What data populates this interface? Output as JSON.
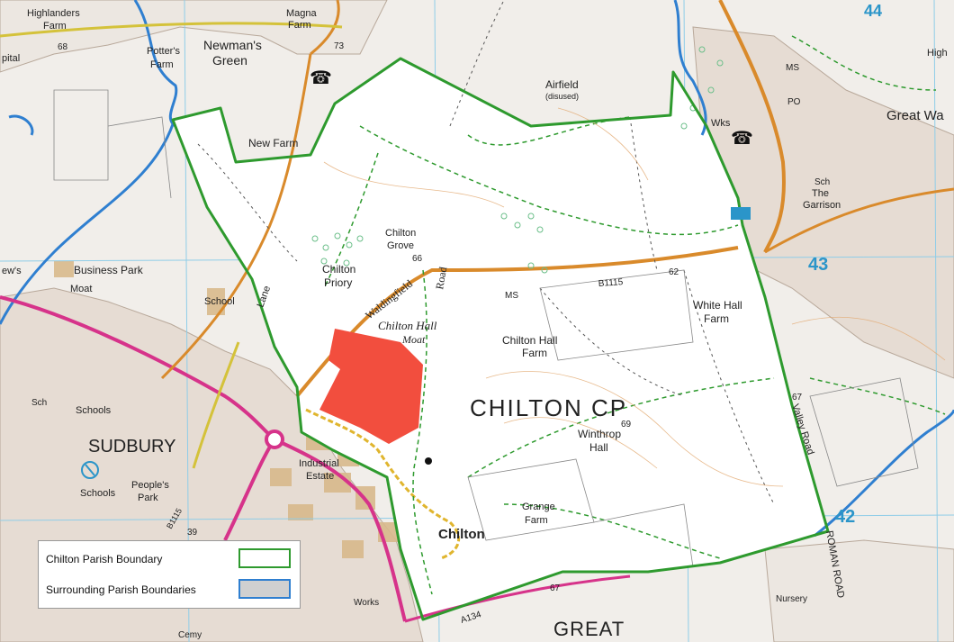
{
  "map": {
    "parish_name": "CHILTON CP",
    "places": {
      "sudbury": "SUDBURY",
      "chilton": "Chilton",
      "great": "GREAT",
      "great_wa": "Great Wa",
      "newmans_green": "Newman's",
      "newmans_green_2": "Green",
      "new_farm": "New Farm",
      "highlanders_farm": "Highlanders",
      "highlanders_farm_2": "Farm",
      "potters_farm": "Potter's",
      "potters_farm_2": "Farm",
      "magna": "Magna",
      "magna_2": "Farm",
      "airfield": "Airfield",
      "airfield_2": "(disused)",
      "chilton_grove": "Chilton",
      "chilton_grove_2": "Grove",
      "chilton_priory": "Chilton",
      "chilton_priory_2": "Priory",
      "chilton_hall": "Chilton Hall",
      "moat": "Moat",
      "chilton_hall_farm": "Chilton Hall",
      "chilton_hall_farm_2": "Farm",
      "white_hall_farm": "White Hall",
      "white_hall_farm_2": "Farm",
      "winthrop_hall": "Winthrop",
      "winthrop_hall_2": "Hall",
      "grange_farm": "Grange",
      "grange_farm_2": "Farm",
      "business_park": "Business Park",
      "moat_west": "Moat",
      "school": "School",
      "schools": "Schools",
      "schools_2": "Schools",
      "sch": "Sch",
      "peoples_park": "People's",
      "peoples_park_2": "Park",
      "industrial_estate": "Industrial",
      "industrial_estate_2": "Estate",
      "the_garrison": "The",
      "the_garrison_2": "Garrison",
      "sch_east": "Sch",
      "wks": "Wks",
      "po": "PO",
      "ms_north": "MS",
      "ms_road": "MS",
      "nursery": "Nursery",
      "works": "Works",
      "cemy": "Cemy",
      "pital": "pital",
      "ews": "ew's",
      "high": "High"
    },
    "roads": {
      "waldingfield": "Waldingfield",
      "road": "Road",
      "b1115": "B1115",
      "lane": "Lane",
      "valley_road": "Valley Road",
      "roman_road": "ROMAN ROAD",
      "a134": "A134",
      "b1115_south": "B1115"
    },
    "spot_heights": [
      "68",
      "73",
      "66",
      "62",
      "67",
      "69",
      "67",
      "39"
    ],
    "grid_numbers": [
      "44",
      "43",
      "42"
    ]
  },
  "legend": {
    "items": [
      {
        "label": "Chilton Parish Boundary",
        "color": "#2e9a2e",
        "fill": "#ffffff"
      },
      {
        "label": "Surrounding Parish Boundaries",
        "color": "#2f7fd0",
        "fill": "#d0d0d0"
      }
    ]
  },
  "colors": {
    "parish_boundary": "#2e9a2e",
    "surrounding_boundary": "#2f7fd0",
    "site": "#f24e3e",
    "a_road": "#d6338a",
    "b_road": "#d98a2b",
    "grid": "#8fcde8",
    "background": "#f1eeea"
  }
}
